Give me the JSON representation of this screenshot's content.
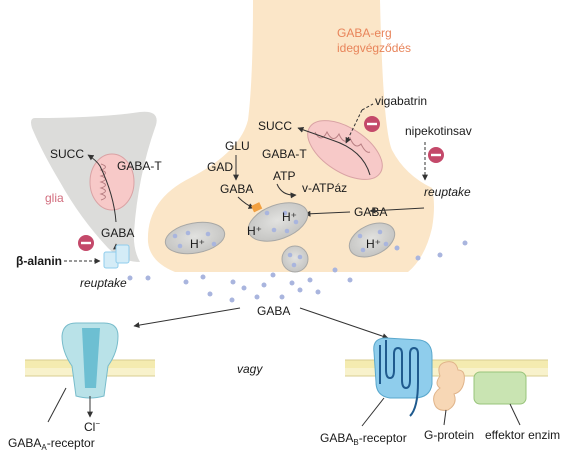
{
  "terminal": {
    "title_line1": "GABA-erg",
    "title_line2": "idegvégződés"
  },
  "labels": {
    "vigabatrin": "vigabatrin",
    "nipekotinsav": "nipekotinsav",
    "succ_terminal": "SUCC",
    "gaba_t_terminal": "GABA-T",
    "glu": "GLU",
    "gad": "GAD",
    "gaba_vesicle_input": "GABA",
    "atp": "ATP",
    "v_atpaz": "v-ATPáz",
    "gaba_reuptake_terminal": "GABA",
    "reuptake_terminal": "reuptake",
    "h_plus_vesicle_a": "H⁺",
    "h_plus_vesicle_b": "H⁺",
    "h_plus_left_vesicle": "H⁺",
    "h_plus_right_vesicle": "H⁺",
    "glia": "glia",
    "succ_glia": "SUCC",
    "gaba_t_glia": "GABA-T",
    "gaba_glia": "GABA",
    "beta_alanin": "β-alanin",
    "reuptake_glia": "reuptake",
    "gaba_cleft": "GABA",
    "vagy": "vagy",
    "chloride_base": "Cl",
    "chloride_sup": "−",
    "gaba_a_base": "GABA",
    "gaba_a_sub": "A",
    "gaba_a_suffix": "-receptor",
    "gaba_b_base": "GABA",
    "gaba_b_sub": "B",
    "gaba_b_suffix": "-receptor",
    "g_protein": "G-protein",
    "effektor_enzim": "effektor enzim"
  },
  "inhibitor_symbol": "−",
  "colors": {
    "terminal_fill": "#fbe6c8",
    "glia_fill": "#dcdcda",
    "mitochondria_fill": "#f7c9c8",
    "vesicle_fill": "#d3d3d1",
    "gaba_dot": "#a9b5de",
    "membrane": "#f4ebb0",
    "receptor_a": "#b9e2e8",
    "receptor_b": "#8fcdec",
    "g_protein": "#f7d7b5",
    "effector": "#c9e4b2",
    "inhibitor": "#c4496a",
    "accent_text": "#e8845a"
  }
}
